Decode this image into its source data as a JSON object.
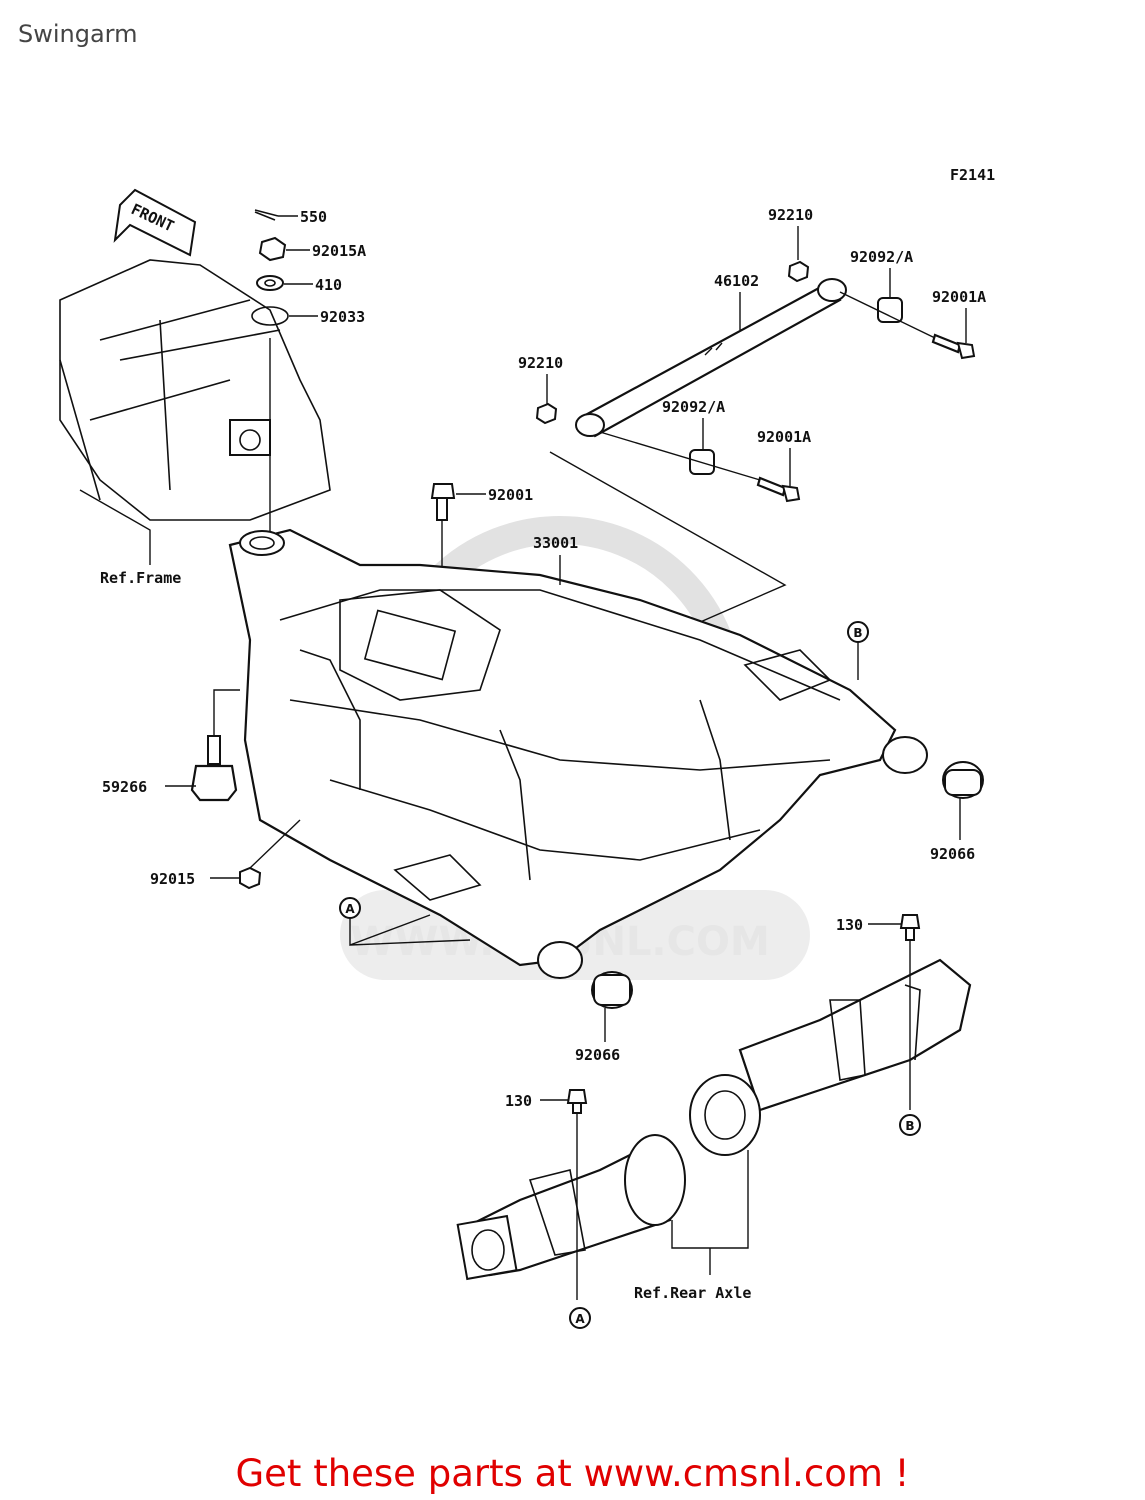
{
  "page": {
    "title": "Swingarm"
  },
  "diagram": {
    "figure_code": "F2141",
    "front_marker": "FRONT",
    "parts": {
      "p550": "550",
      "p92015A": "92015A",
      "p410": "410",
      "p92033": "92033",
      "p92210_top": "92210",
      "p46102": "46102",
      "p92092A_top": "92092/A",
      "p92001A_top": "92001A",
      "p92210_mid": "92210",
      "p92092A_mid": "92092/A",
      "p92001A_mid": "92001A",
      "p92001": "92001",
      "p33001": "33001",
      "p59266": "59266",
      "p92015": "92015",
      "p92066_right": "92066",
      "p92066_bottom": "92066",
      "p130_right": "130",
      "p130_left": "130"
    },
    "references": {
      "frame": "Ref.Frame",
      "rear_axle": "Ref.Rear Axle"
    },
    "markers": {
      "a_top": "A",
      "a_bottom": "A",
      "b_top": "B",
      "b_bottom": "B"
    },
    "watermark": "WWW.CMSNL.COM"
  },
  "footer": {
    "cta": "Get these parts at www.cmsnl.com !"
  }
}
